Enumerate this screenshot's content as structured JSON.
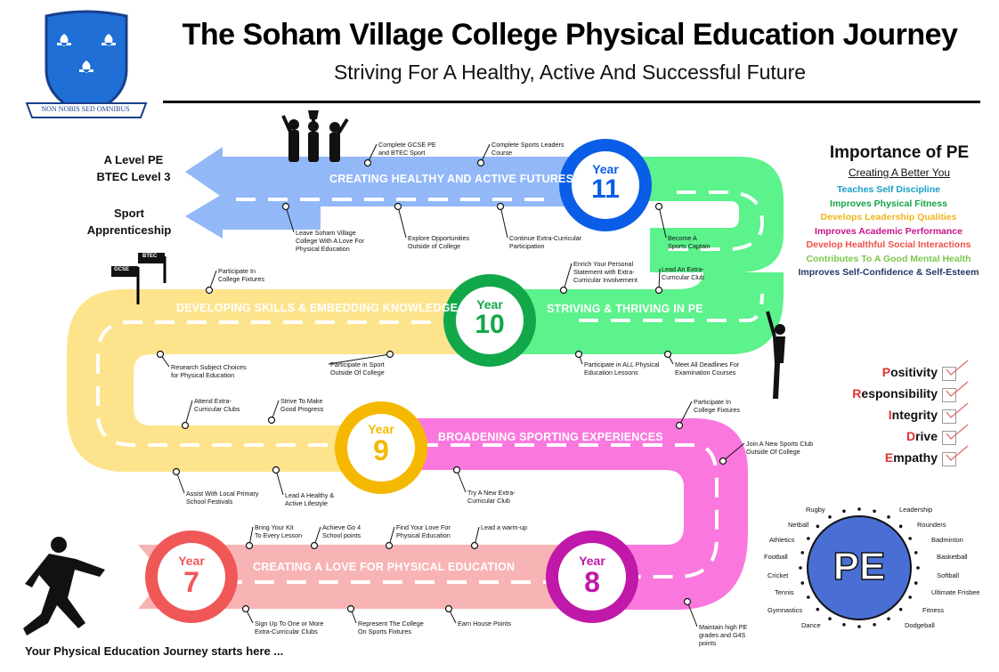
{
  "header": {
    "title": "The Soham Village College Physical Education Journey",
    "subtitle": "Striving For A Healthy, Active And Successful Future",
    "crest_motto": "NON NOBIS SED OMNIBUS"
  },
  "exits": {
    "alevel": "A Level PE",
    "btec3": "BTEC Level 3",
    "sport": "Sport",
    "apprenticeship": "Apprenticeship",
    "flag_gcse": "GCSE",
    "flag_btec": "BTEC"
  },
  "years": {
    "y11": {
      "label": "Year",
      "num": "11"
    },
    "y10": {
      "label": "Year",
      "num": "10"
    },
    "y9": {
      "label": "Year",
      "num": "9"
    },
    "y8": {
      "label": "Year",
      "num": "8"
    },
    "y7": {
      "label": "Year",
      "num": "7"
    }
  },
  "roads": {
    "r11": "CREATING HEALTHY AND ACTIVE FUTURES",
    "r10a": "DEVELOPING SKILLS & EMBEDDING KNOWLEDGE",
    "r10b": "STRIVING & THRIVING IN PE",
    "r9": "BROADENING SPORTING EXPERIENCES",
    "r7": "CREATING A LOVE FOR PHYSICAL EDUCATION"
  },
  "annotations": {
    "a1": [
      "Complete GCSE PE",
      "and BTEC Sport"
    ],
    "a2": [
      "Complete Sports Leaders",
      "Course"
    ],
    "a3": [
      "Leave Soham Village",
      "College With A Love For",
      "Physical Education"
    ],
    "a4": [
      "Explore Opportunities",
      "Outside of College"
    ],
    "a5": [
      "Continue Extra-Curricular",
      "Participation"
    ],
    "a6": [
      "Become A",
      "Sports Captain"
    ],
    "a7": [
      "Participate In",
      "College Fixtures"
    ],
    "a8": [
      "Enrich Your Personal",
      "Statement with Extra-",
      "Curricular Involvement"
    ],
    "a9": [
      "Lead An Extra-",
      "Curricular Club"
    ],
    "a10": [
      "Research Subject Choices",
      "for Physical Education"
    ],
    "a11": [
      "Participate in Sport",
      "Outside Of College"
    ],
    "a12": [
      "Participate in ALL Physical",
      "Education Lessons"
    ],
    "a13": [
      "Meet All Deadlines For",
      "Examination Courses"
    ],
    "a14": [
      "Attend Extra-",
      "Curricular Clubs"
    ],
    "a15": [
      "Strive To Make",
      "Good Progress"
    ],
    "a16": [
      "Participate In",
      "College Fixtures"
    ],
    "a17": [
      "Join A New Sports Club",
      "Outside Of College"
    ],
    "a18": [
      "Assist With Local Primary",
      "School Festivals"
    ],
    "a19": [
      "Lead A Healthy &",
      "Active Lifestyle"
    ],
    "a20": [
      "Try A New Extra-",
      "Curricular Club"
    ],
    "a21": [
      "Bring Your Kit",
      "To Every Lesson"
    ],
    "a22": [
      "Achieve Go 4",
      "School points"
    ],
    "a23": [
      "Find Your Love For",
      "Physical Education"
    ],
    "a24": [
      "Lead a warm-up"
    ],
    "a25": [
      "Sign Up To One or More",
      "Extra-Curricular Clubs"
    ],
    "a26": [
      "Represent The College",
      "On Sports Fixtures"
    ],
    "a27": [
      "Earn House Points"
    ],
    "a28": [
      "Maintain high PE",
      "grades and G4S",
      "points"
    ]
  },
  "importance": {
    "title": "Importance of PE",
    "subtitle": "Creating A Better You",
    "items": [
      {
        "text": "Teaches Self Discipline",
        "color": "#1aa0c8"
      },
      {
        "text": "Improves Physical Fitness",
        "color": "#16a34a"
      },
      {
        "text": "Develops Leadership Qualities",
        "color": "#f0b51c"
      },
      {
        "text": "Improves Academic Performance",
        "color": "#c8148c"
      },
      {
        "text": "Develop Healthful Social Interactions",
        "color": "#f0504a"
      },
      {
        "text": "Contributes To A Good Mental Health",
        "color": "#7cc84a"
      },
      {
        "text": "Improves Self-Confidence & Self-Esteem",
        "color": "#1f3a6b"
      }
    ]
  },
  "pride": [
    {
      "first": "P",
      "rest": "ositivity"
    },
    {
      "first": "R",
      "rest": "esponsibility"
    },
    {
      "first": "I",
      "rest": "ntegrity"
    },
    {
      "first": "D",
      "rest": "rive"
    },
    {
      "first": "E",
      "rest": "mpathy"
    }
  ],
  "pe_circle": {
    "label": "PE",
    "sports": [
      "Rugby",
      "Leadership",
      "Netball",
      "Rounders",
      "Athletics",
      "Badminton",
      "Football",
      "Basketball",
      "Cricket",
      "Softball",
      "Tennis",
      "Ultimate Frisbee",
      "Gymnastics",
      "Fitness",
      "Dance",
      "Dodgeball"
    ]
  },
  "footer": "Your Physical Education Journey starts here ...",
  "colors": {
    "blue_road": "#92b8f8",
    "green_road": "#5cf28c",
    "yellow_road": "#fde48c",
    "magenta_road": "#fa78de",
    "pink_road": "#f8b4b4",
    "y11": "#0a5de6",
    "y10": "#12a84a",
    "y9": "#f5b800",
    "y8": "#c018a8",
    "y7": "#f05858",
    "pe_circle": "#4a6fd4"
  }
}
